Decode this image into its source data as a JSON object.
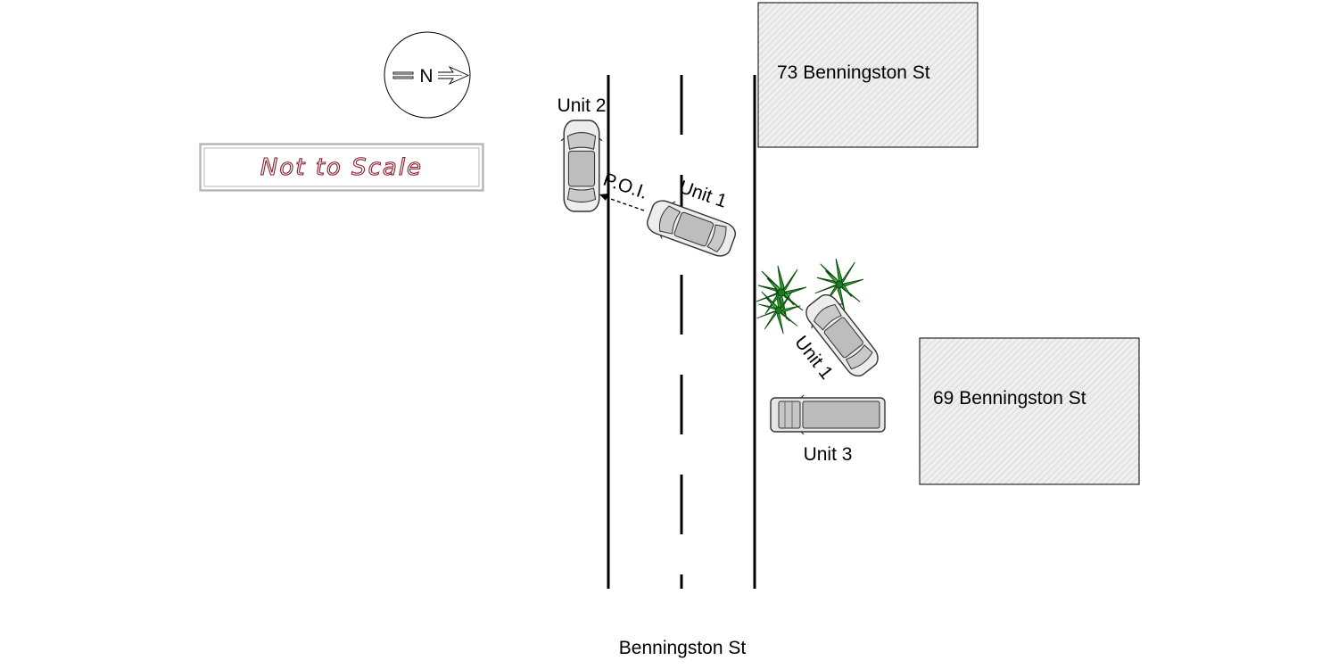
{
  "compass": {
    "label": "N"
  },
  "scale_note": "Not to Scale",
  "street": {
    "name": "Benningston St"
  },
  "buildings": [
    {
      "label": "73 Benningston St"
    },
    {
      "label": "69 Benningston St"
    }
  ],
  "units": {
    "unit2": "Unit 2",
    "unit1_poi": "Unit 1",
    "unit1_rest": "Unit 1",
    "unit3": "Unit 3"
  },
  "poi_label": "P.O.I."
}
